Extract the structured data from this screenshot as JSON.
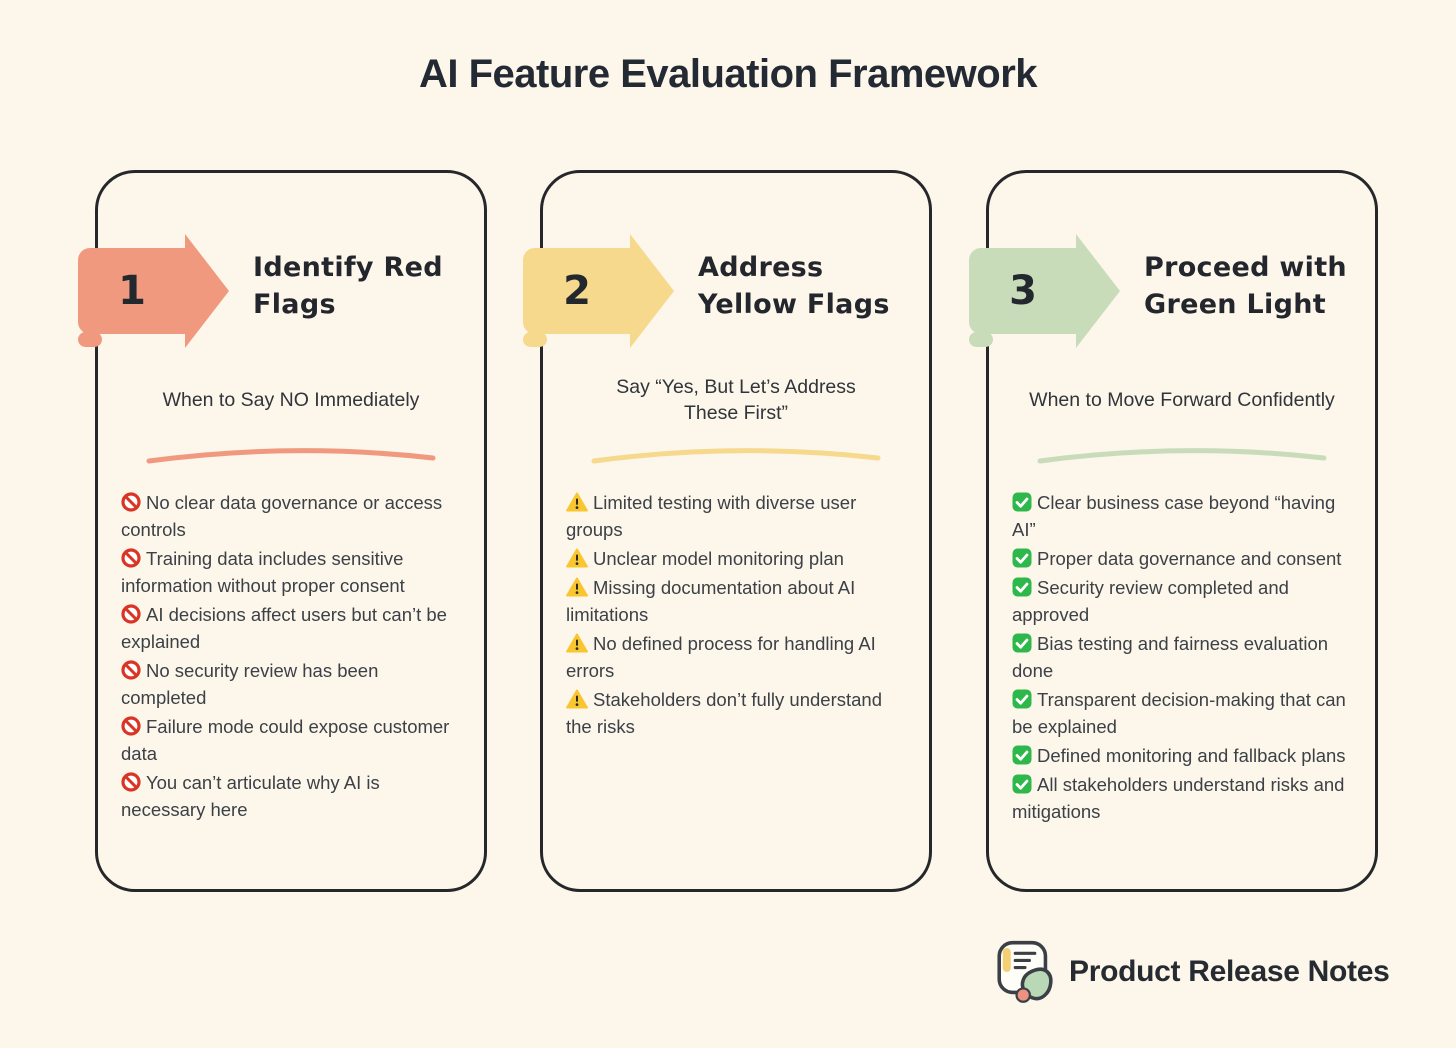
{
  "page": {
    "title": "AI Feature Evaluation Framework"
  },
  "colors": {
    "background": "#fdf6ea",
    "card_border": "#25272b",
    "heading_text": "#23262c",
    "body_text": "#3c4147",
    "no_entry_red": "#da3425",
    "warning_yellow": "#f9c62f",
    "check_green": "#2eb84b"
  },
  "columns": [
    {
      "number": "1",
      "accent": "#f0997f",
      "icon": "no-entry-icon",
      "title_lines": [
        "Identify Red",
        "Flags"
      ],
      "subtitle_lines": [
        "When to Say NO Immediately"
      ],
      "items": [
        "No clear data governance or access controls",
        "Training data includes sensitive information without proper consent",
        "AI decisions affect users but can’t be explained",
        "No security review has been completed",
        "Failure mode could expose customer data",
        "You can’t articulate why AI is necessary here"
      ]
    },
    {
      "number": "2",
      "accent": "#f6d98c",
      "icon": "warning-icon",
      "title_lines": [
        "Address",
        "Yellow Flags"
      ],
      "subtitle_lines": [
        "Say “Yes, But Let’s Address",
        "These First”"
      ],
      "items": [
        "Limited testing with diverse user groups",
        "Unclear model monitoring plan",
        "Missing documentation about AI limitations",
        "No defined process for handling AI errors",
        "Stakeholders don’t fully understand the risks"
      ]
    },
    {
      "number": "3",
      "accent": "#c9dcba",
      "icon": "check-icon",
      "title_lines": [
        "Proceed with",
        "Green Light"
      ],
      "subtitle_lines": [
        "When to Move Forward Confidently"
      ],
      "items": [
        "Clear business case beyond “having AI”",
        "Proper data governance and consent",
        "Security review completed and approved",
        "Bias testing and fairness evaluation done",
        "Transparent decision-making that can be explained",
        "Defined monitoring and fallback plans",
        "All stakeholders understand risks and mitigations"
      ]
    }
  ],
  "footer": {
    "brand": "Product Release Notes"
  }
}
